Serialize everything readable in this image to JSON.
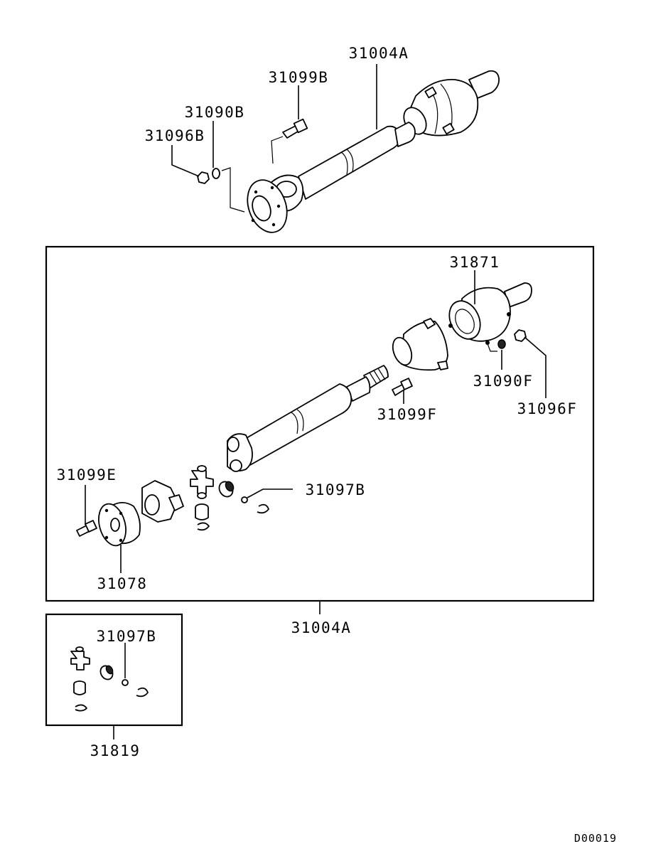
{
  "diagram_code": "D00019",
  "labels": {
    "shaft_assembly_top": "31004A",
    "bolt_top": "31099B",
    "washer_top": "31090B",
    "nut_top": "31096B",
    "bearing_center": "31871",
    "washer_right": "31090F",
    "nut_right": "31096F",
    "bolt_center": "31099F",
    "bolt_left": "31099E",
    "snap_ring": "31097B",
    "flange": "31078",
    "shaft_assembly_exploded": "31004A",
    "joint_kit_snap_ring": "31097B",
    "joint_kit": "31819"
  }
}
